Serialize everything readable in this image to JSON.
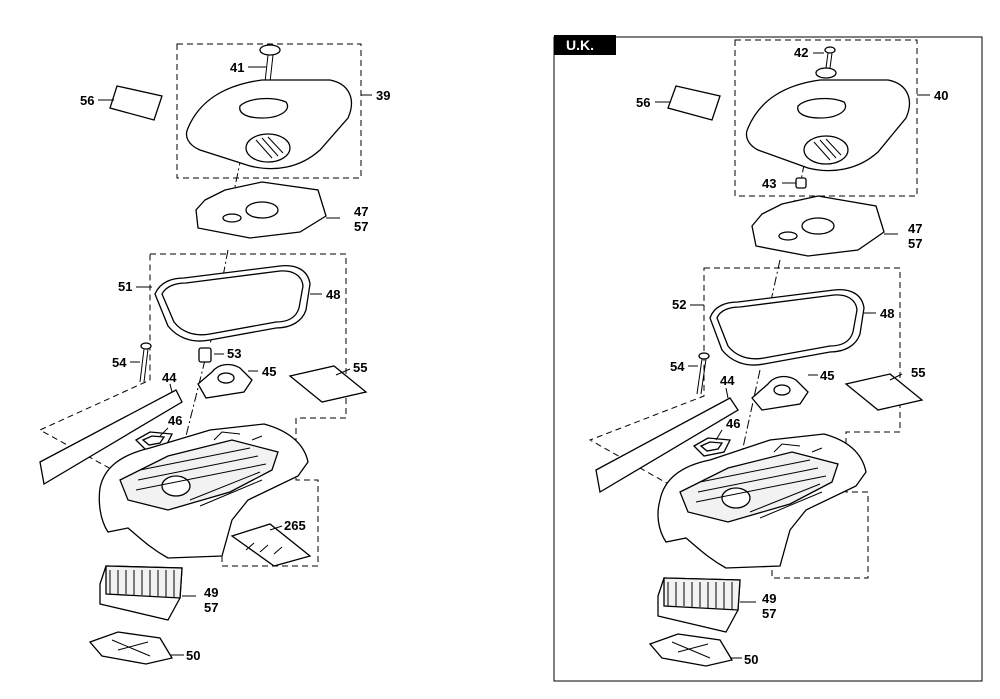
{
  "region_label": "U.K.",
  "left": {
    "labels": {
      "p41": "41",
      "p56": "56",
      "p39": "39",
      "p47": "47",
      "p57a": "57",
      "p51": "51",
      "p48": "48",
      "p54": "54",
      "p53": "53",
      "p45": "45",
      "p55": "55",
      "p44": "44",
      "p46": "46",
      "p265": "265",
      "p49": "49",
      "p57b": "57",
      "p50": "50"
    }
  },
  "right": {
    "labels": {
      "p42": "42",
      "p56": "56",
      "p40": "40",
      "p43": "43",
      "p47": "47",
      "p57a": "57",
      "p52": "52",
      "p48": "48",
      "p54": "54",
      "p45": "45",
      "p55": "55",
      "p44": "44",
      "p46": "46",
      "p49": "49",
      "p57b": "57",
      "p50": "50"
    }
  }
}
